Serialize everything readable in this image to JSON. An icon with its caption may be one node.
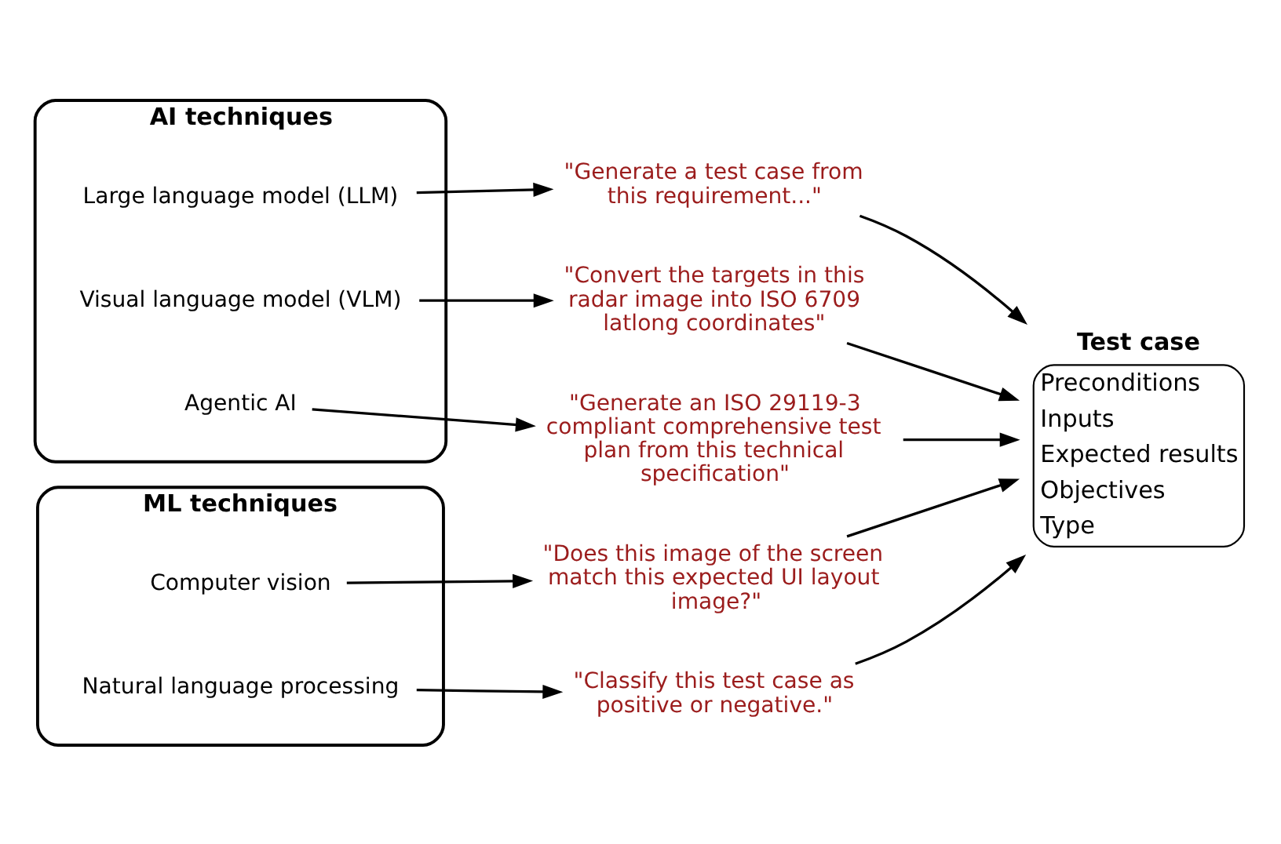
{
  "diagram": {
    "nodes": [
      {
        "text": [
          "AI techniques"
        ]
      },
      {
        "text": [
          "Large language model (LLM)"
        ],
        "in": 0
      },
      {
        "text": [
          "Visual language model (VLM)"
        ],
        "in": 0
      },
      {
        "text": [
          "Agentic AI"
        ],
        "in": 0
      },
      {
        "text": [
          "ML techniques"
        ]
      },
      {
        "text": [
          "Computer vision"
        ],
        "in": 4
      },
      {
        "text": [
          "Natural language processing"
        ],
        "in": 4
      },
      {
        "text": [
          "\"Generate a test case from this requirement...\""
        ]
      },
      {
        "text": [
          "\"Convert the targets in this radar image into ISO 6709 latlong coordinates\""
        ]
      },
      {
        "text": [
          "\"Generate an ISO 29119-3 compliant comprehensive test plan from this technical specification\""
        ]
      },
      {
        "text": [
          "\"Does this image of the screen match this expected UI layout image?\""
        ]
      },
      {
        "text": [
          "\"Classify this test case as positive or negative.\""
        ]
      },
      {
        "text": [
          "Test case",
          "Preconditions",
          "Inputs",
          "Expected results",
          "Objectives",
          "Type"
        ]
      }
    ],
    "edges": [
      {
        "from": 1,
        "to": 7,
        "arrow": "to"
      },
      {
        "from": 2,
        "to": 8,
        "arrow": "to"
      },
      {
        "from": 3,
        "to": 9,
        "arrow": "to"
      },
      {
        "from": 5,
        "to": 10,
        "arrow": "to"
      },
      {
        "from": 6,
        "to": 11,
        "arrow": "to"
      },
      {
        "from": 7,
        "to": 12,
        "arrow": "to"
      },
      {
        "from": 8,
        "to": 12,
        "arrow": "to"
      },
      {
        "from": 9,
        "to": 12,
        "arrow": "to"
      },
      {
        "from": 10,
        "to": 12,
        "arrow": "to"
      },
      {
        "from": 11,
        "to": 12,
        "arrow": "to"
      }
    ]
  }
}
